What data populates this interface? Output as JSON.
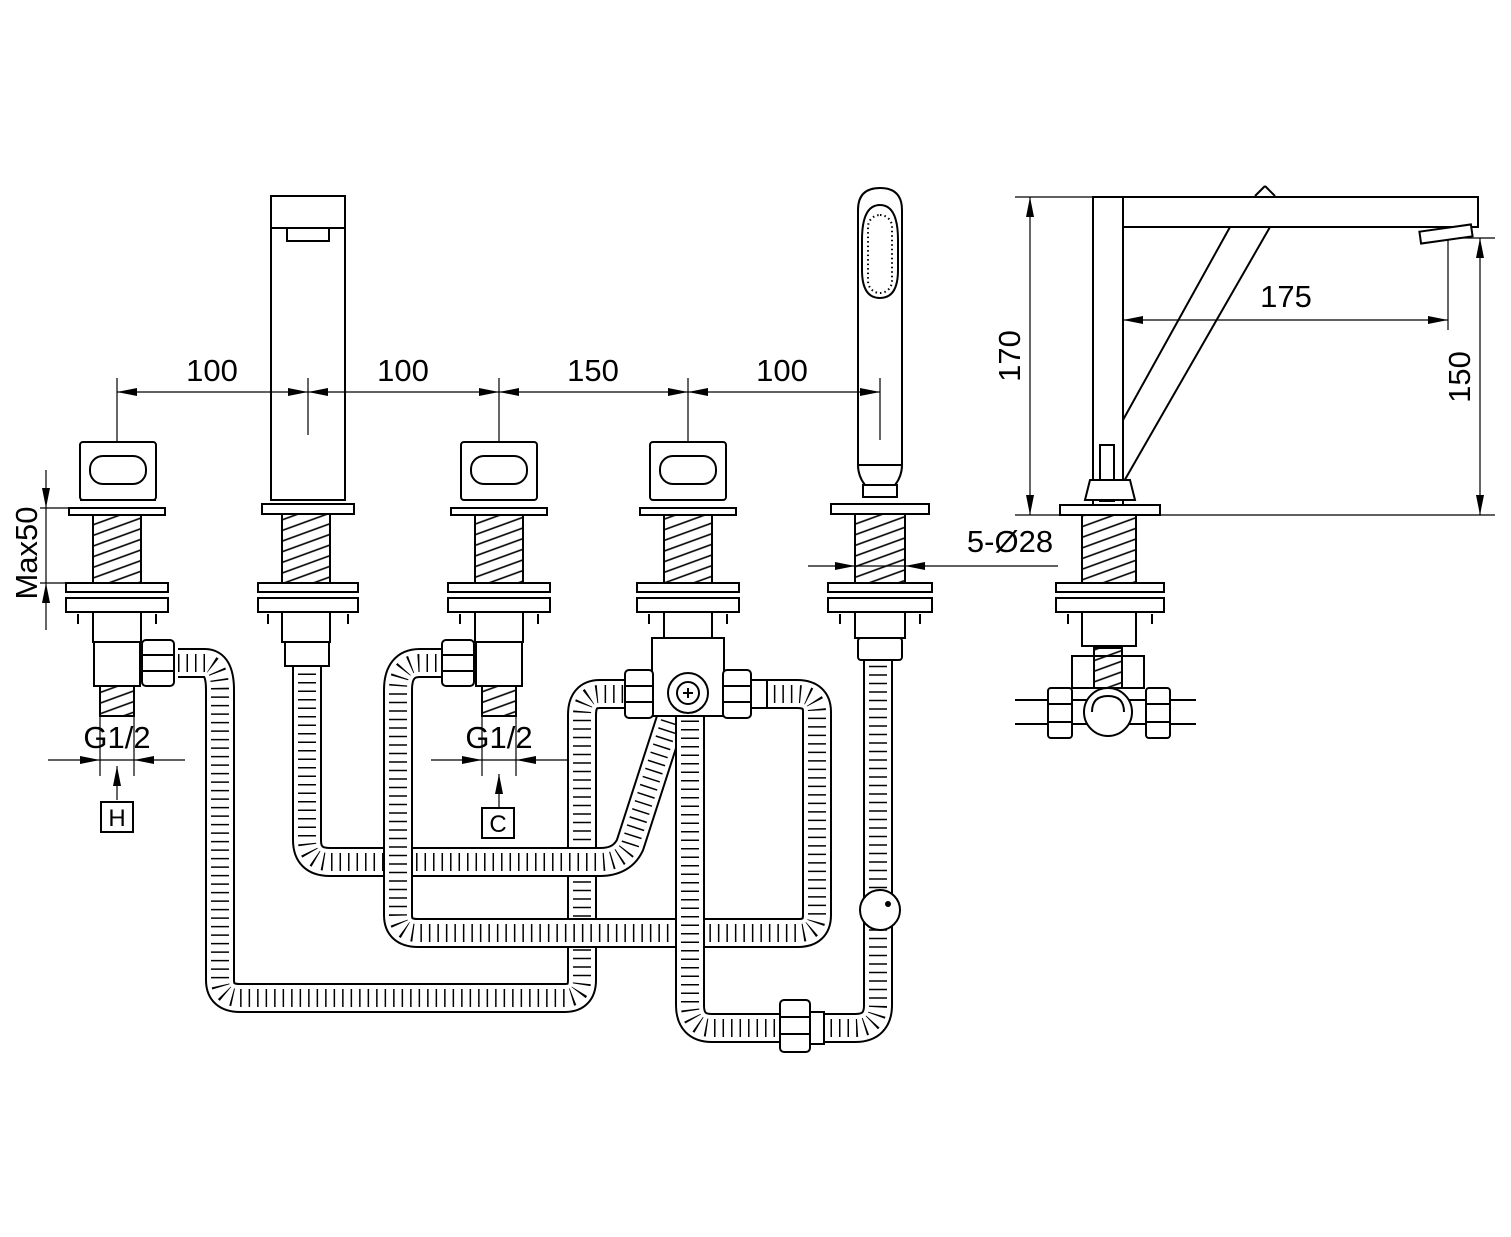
{
  "dimensions": {
    "spacing_1": "100",
    "spacing_2": "100",
    "spacing_3": "150",
    "spacing_4": "100",
    "max_thickness": "Max50",
    "hole_diameter": "5-Ø28",
    "height_total": "170",
    "spout_reach": "175",
    "spout_height": "150"
  },
  "connections": {
    "thread_hot": "G1/2",
    "thread_cold": "G1/2",
    "hot_label": "H",
    "cold_label": "C"
  },
  "colors": {
    "line": "#000000",
    "background": "#ffffff"
  }
}
